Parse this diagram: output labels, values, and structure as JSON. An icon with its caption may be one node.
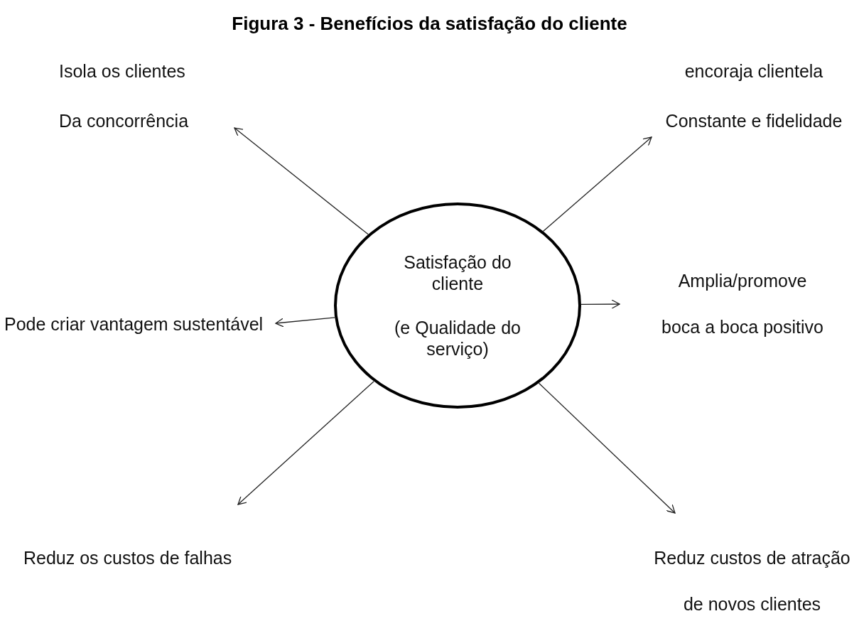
{
  "diagram": {
    "title": "Figura 3 - Benefícios da satisfação do cliente",
    "nodes": [
      {
        "text": [
          "Satisfação do cliente",
          "(e Qualidade do serviço)"
        ]
      },
      {
        "text": [
          "Isola os clientes",
          "Da concorrência"
        ]
      },
      {
        "text": [
          "encoraja clientela",
          "Constante e fidelidade"
        ]
      },
      {
        "text": [
          "Amplia/promove",
          "boca a boca positivo"
        ]
      },
      {
        "text": [
          "Pode criar vantagem sustentável"
        ]
      },
      {
        "text": [
          "Reduz os custos de falhas"
        ]
      },
      {
        "text": [
          "Reduz custos de atração",
          "de novos clientes"
        ]
      }
    ],
    "edges": [
      {
        "from": 0,
        "to": 1,
        "arrow": "to"
      },
      {
        "from": 0,
        "to": 2,
        "arrow": "to"
      },
      {
        "from": 0,
        "to": 3,
        "arrow": "to"
      },
      {
        "from": 0,
        "to": 4,
        "arrow": "to"
      },
      {
        "from": 0,
        "to": 5,
        "arrow": "to"
      },
      {
        "from": 0,
        "to": 6,
        "arrow": "to"
      }
    ]
  }
}
